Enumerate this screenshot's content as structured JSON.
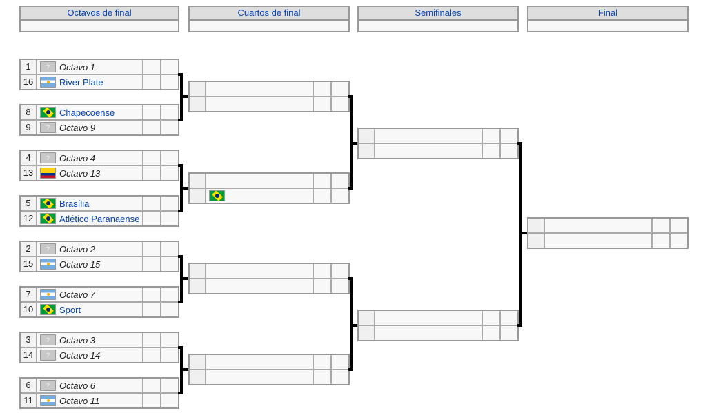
{
  "headers": [
    "Octavos de final",
    "Cuartos de final",
    "Semifinales",
    "Final"
  ],
  "icons": {
    "placeholder_glyph": "?",
    "flag_names": [
      "placeholder-flag",
      "argentina-flag",
      "brazil-flag",
      "colombia-flag"
    ]
  },
  "colors": {
    "link_blue": "#0645ad",
    "connector": "#000000",
    "header_bg": "#dedede",
    "cell_bg": "#f8f8f8",
    "seed_bg": "#f2f2f2",
    "border": "#999999"
  },
  "octavos": {
    "matches": [
      {
        "teams": [
          {
            "seed": "1",
            "flag": "placeholder",
            "name": "Octavo 1",
            "is_placeholder": true
          },
          {
            "seed": "16",
            "flag": "argentina",
            "name": "River Plate",
            "is_placeholder": false
          }
        ]
      },
      {
        "teams": [
          {
            "seed": "8",
            "flag": "brazil",
            "name": "Chapecoense",
            "is_placeholder": false
          },
          {
            "seed": "9",
            "flag": "placeholder",
            "name": "Octavo 9",
            "is_placeholder": true
          }
        ]
      },
      {
        "teams": [
          {
            "seed": "4",
            "flag": "placeholder",
            "name": "Octavo 4",
            "is_placeholder": true
          },
          {
            "seed": "13",
            "flag": "colombia",
            "name": "Octavo 13",
            "is_placeholder": true
          }
        ]
      },
      {
        "teams": [
          {
            "seed": "5",
            "flag": "brazil",
            "name": "Brasília",
            "is_placeholder": false
          },
          {
            "seed": "12",
            "flag": "brazil",
            "name": "Atlético Paranaense",
            "is_placeholder": false
          }
        ]
      },
      {
        "teams": [
          {
            "seed": "2",
            "flag": "placeholder",
            "name": "Octavo 2",
            "is_placeholder": true
          },
          {
            "seed": "15",
            "flag": "argentina",
            "name": "Octavo 15",
            "is_placeholder": true
          }
        ]
      },
      {
        "teams": [
          {
            "seed": "7",
            "flag": "argentina",
            "name": "Octavo 7",
            "is_placeholder": true
          },
          {
            "seed": "10",
            "flag": "brazil",
            "name": "Sport",
            "is_placeholder": false
          }
        ]
      },
      {
        "teams": [
          {
            "seed": "3",
            "flag": "placeholder",
            "name": "Octavo 3",
            "is_placeholder": true
          },
          {
            "seed": "14",
            "flag": "placeholder",
            "name": "Octavo 14",
            "is_placeholder": true
          }
        ]
      },
      {
        "teams": [
          {
            "seed": "6",
            "flag": "placeholder",
            "name": "Octavo 6",
            "is_placeholder": true
          },
          {
            "seed": "11",
            "flag": "argentina",
            "name": "Octavo 11",
            "is_placeholder": true
          }
        ]
      }
    ]
  },
  "cuartos": {
    "matches": [
      {
        "teams": [
          {
            "flag": null,
            "name": ""
          },
          {
            "flag": null,
            "name": ""
          }
        ]
      },
      {
        "teams": [
          {
            "flag": null,
            "name": ""
          },
          {
            "flag": "brazil",
            "name": ""
          }
        ]
      },
      {
        "teams": [
          {
            "flag": null,
            "name": ""
          },
          {
            "flag": null,
            "name": ""
          }
        ]
      },
      {
        "teams": [
          {
            "flag": null,
            "name": ""
          },
          {
            "flag": null,
            "name": ""
          }
        ]
      }
    ]
  },
  "semifinales": {
    "matches": [
      {
        "teams": [
          {
            "flag": null,
            "name": ""
          },
          {
            "flag": null,
            "name": ""
          }
        ]
      },
      {
        "teams": [
          {
            "flag": null,
            "name": ""
          },
          {
            "flag": null,
            "name": ""
          }
        ]
      }
    ]
  },
  "final": {
    "matches": [
      {
        "teams": [
          {
            "flag": null,
            "name": ""
          },
          {
            "flag": null,
            "name": ""
          }
        ]
      }
    ]
  }
}
